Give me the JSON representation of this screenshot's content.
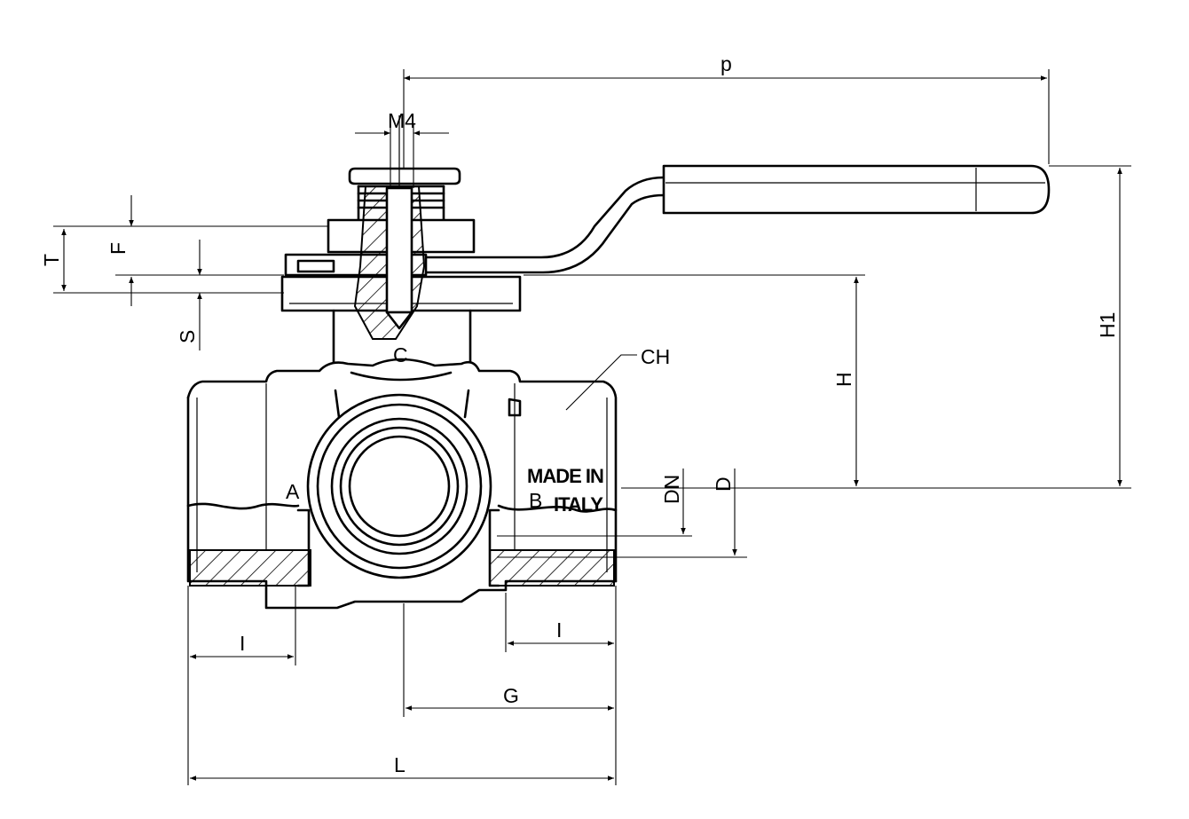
{
  "dimensions": {
    "p": "p",
    "m4": "M4",
    "t": "T",
    "f": "F",
    "s": "S",
    "h": "H",
    "h1": "H1",
    "dn": "DN",
    "d": "D",
    "l": "L",
    "g": "G",
    "i_left": "I",
    "i_right": "I"
  },
  "ports": {
    "a": "A",
    "b": "B",
    "c": "C"
  },
  "callouts": {
    "ch": "CH"
  },
  "body_marking": {
    "line1": "MADE IN",
    "line2": "ITALY"
  },
  "colors": {
    "stroke": "#000000",
    "background": "#ffffff"
  }
}
